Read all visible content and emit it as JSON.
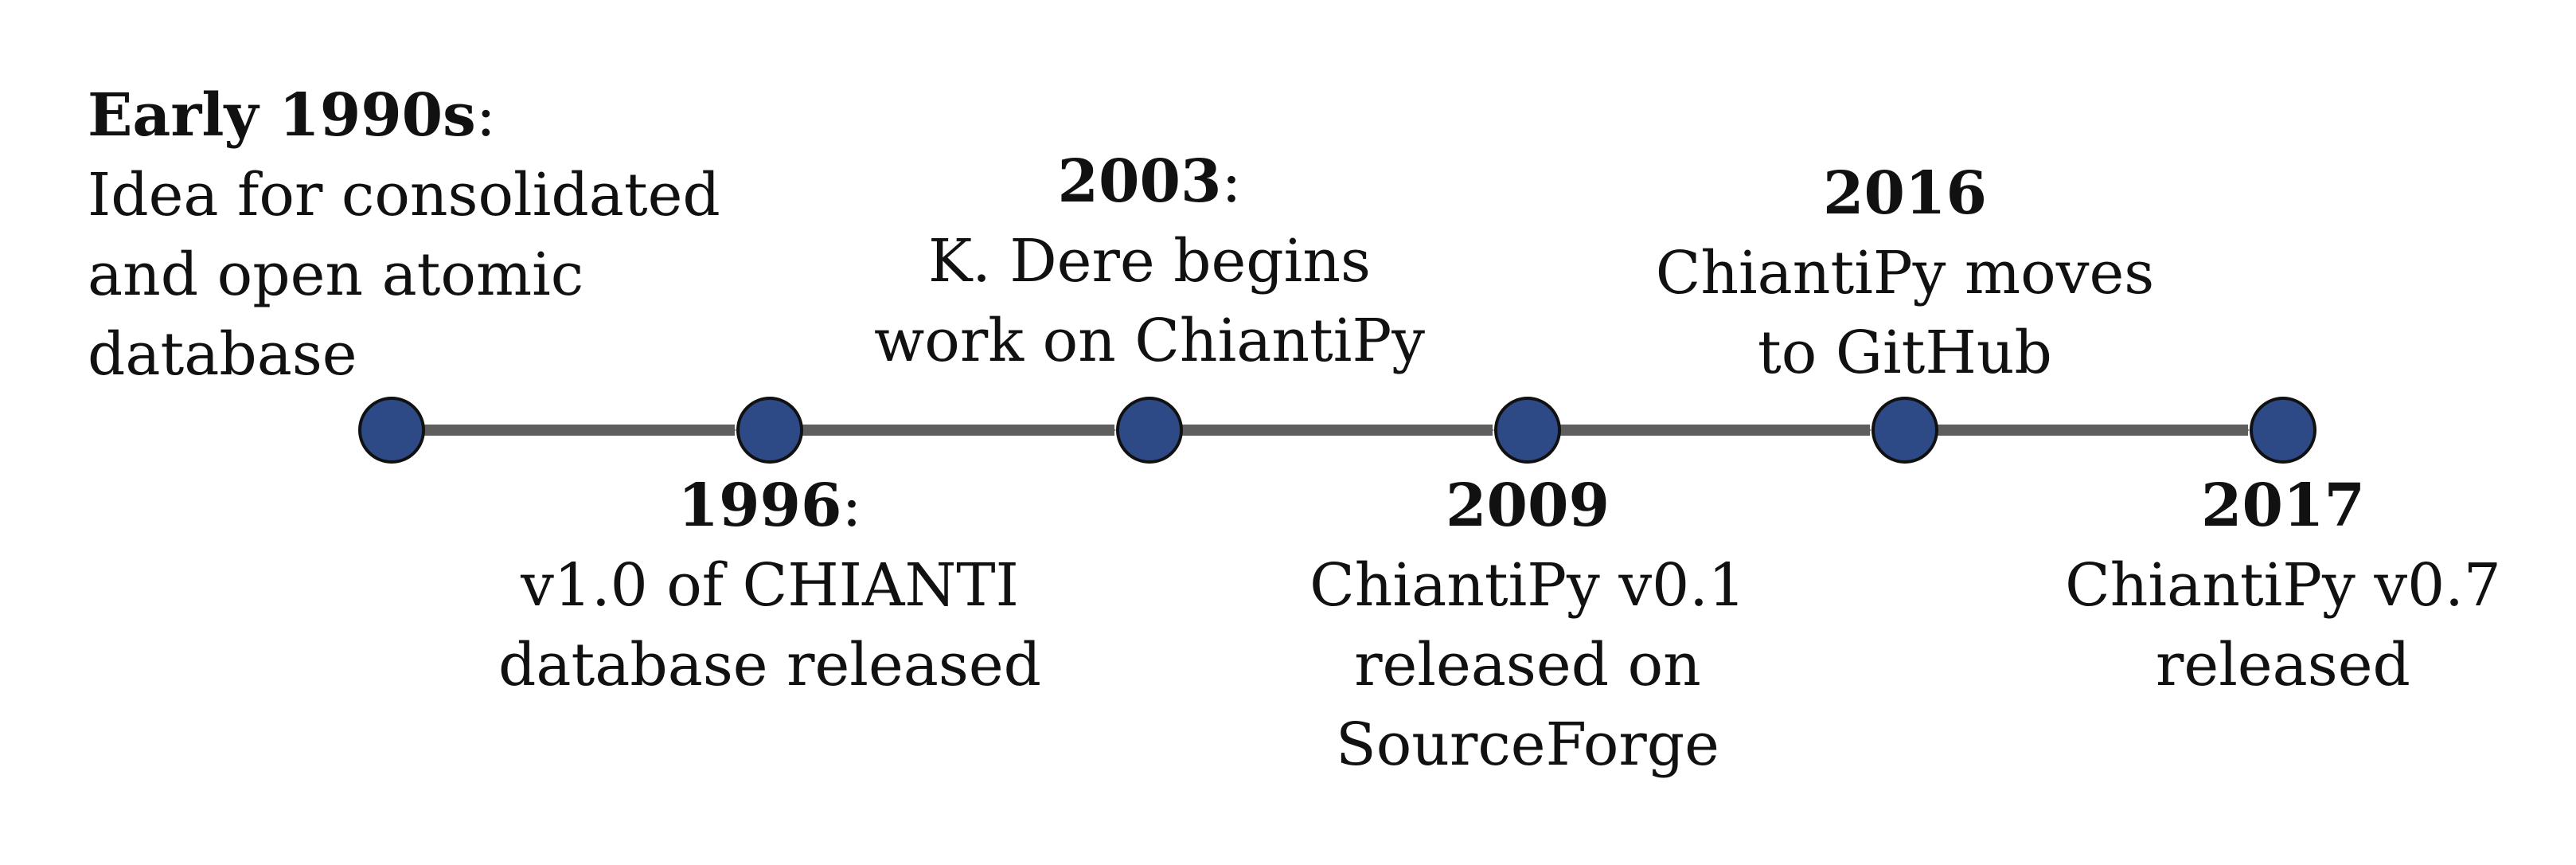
{
  "colors": {
    "node_fill": "#2d4a86",
    "node_stroke": "#111111",
    "arrow": "#5e5e5e",
    "text": "#111111"
  },
  "events": [
    {
      "year": "Early 1990s",
      "suffix": ":",
      "lines": [
        "Idea for consolidated",
        "and open atomic",
        "database"
      ]
    },
    {
      "year": "1996",
      "suffix": ":",
      "lines": [
        "v1.0 of CHIANTI",
        "database released"
      ]
    },
    {
      "year": "2003",
      "suffix": ":",
      "lines": [
        "K. Dere begins",
        "work on ChiantiPy"
      ]
    },
    {
      "year": "2009",
      "suffix": "",
      "lines": [
        "ChiantiPy v0.1",
        "released on",
        "SourceForge"
      ]
    },
    {
      "year": "2016",
      "suffix": "",
      "lines": [
        "ChiantiPy moves",
        "to GitHub"
      ]
    },
    {
      "year": "2017",
      "suffix": "",
      "lines": [
        "ChiantiPy v0.7",
        "released"
      ]
    }
  ]
}
